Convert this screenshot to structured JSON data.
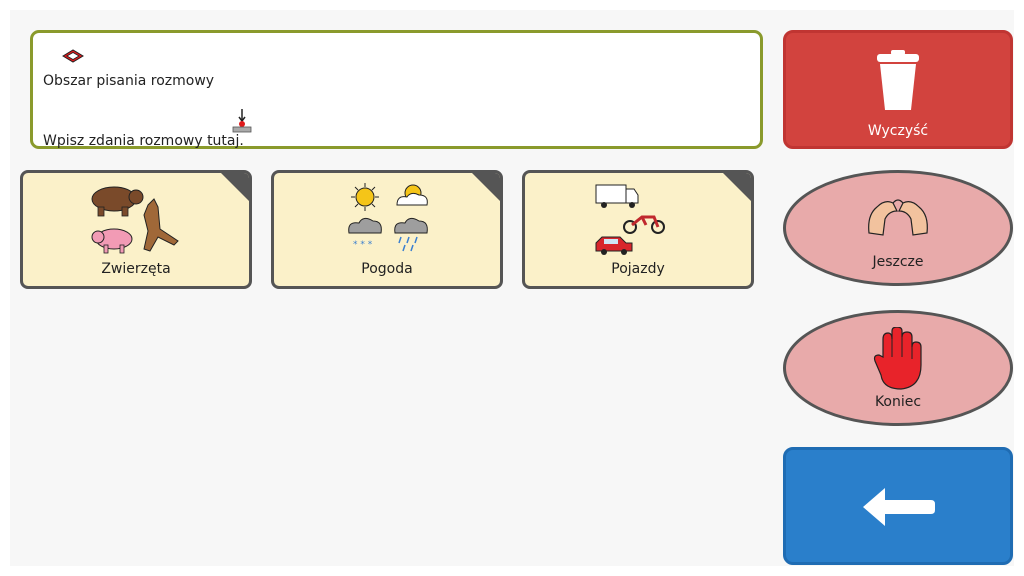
{
  "message": {
    "title": "Obszar pisania rozmowy",
    "placeholder": "Wpisz zdania rozmowy tutaj."
  },
  "tiles": [
    {
      "label": "Zwierzęta",
      "icon": "animals-icon"
    },
    {
      "label": "Pogoda",
      "icon": "weather-icon"
    },
    {
      "label": "Pojazdy",
      "icon": "vehicles-icon"
    }
  ],
  "actions": {
    "clear_label": "Wyczyść",
    "more_label": "Jeszcze",
    "end_label": "Koniec",
    "back_icon": "arrow-left-icon"
  },
  "colors": {
    "message_border": "#8a9a2c",
    "tile_bg": "#fbf1c9",
    "clear_bg": "#d2433e",
    "oval_bg": "#e8aaaa",
    "back_bg": "#2a7fcb"
  }
}
